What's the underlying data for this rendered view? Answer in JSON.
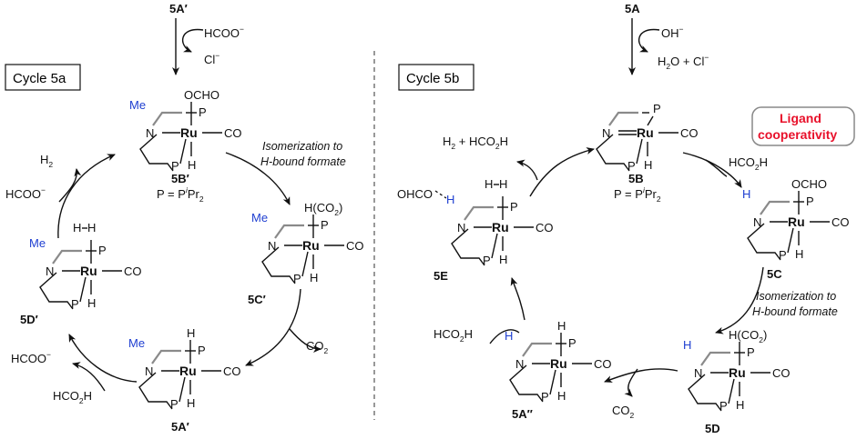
{
  "cycle_a": {
    "title": "Cycle 5a",
    "entry_label": "5A′",
    "entry_reagent": "HCOO",
    "entry_reagent_sup": "−",
    "entry_byproduct": "Cl",
    "entry_byproduct_sup": "−",
    "s5B": {
      "label": "5B′",
      "p_def_pre": "P = P",
      "p_def_sup": "i",
      "p_def_post": "Pr",
      "p_def_sub": "2",
      "me": "Me",
      "top": "OCHO"
    },
    "s5C": {
      "label": "5C′",
      "me": "Me",
      "top_pre": "H(CO",
      "top_sub": "2",
      "top_post": ")"
    },
    "s5A": {
      "label": "5A′",
      "me": "Me"
    },
    "s5D": {
      "label": "5D′",
      "me": "Me"
    },
    "isomerization": [
      "Isomerization to",
      "H-bound formate"
    ],
    "co2_out": {
      "pre": "CO",
      "sub": "2"
    },
    "formate_out_main": "HCOO",
    "formate_out_sup": "−",
    "acid_in_pre": "HCO",
    "acid_in_sub": "2",
    "acid_in_post": "H",
    "h2_out_pre": "H",
    "h2_out_sub": "2",
    "formate_in_main": "HCOO",
    "formate_in_sup": "−"
  },
  "cycle_b": {
    "title": "Cycle 5b",
    "entry_label": "5A",
    "entry_reagent": "OH",
    "entry_reagent_sup": "−",
    "entry_byproduct_pre": "H",
    "entry_byproduct_sub": "2",
    "entry_byproduct_post": "O + Cl",
    "entry_byproduct_sup": "−",
    "callout": [
      "Ligand",
      "cooperativity"
    ],
    "s5B": {
      "label": "5B",
      "p_def_pre": "P = P",
      "p_def_sup": "i",
      "p_def_post": "Pr",
      "p_def_sub": "2"
    },
    "s5C": {
      "label": "5C",
      "top": "OCHO",
      "hn": "H"
    },
    "s5D": {
      "label": "5D",
      "hn": "H",
      "top_pre": "H(CO",
      "top_sub": "2",
      "top_post": ")"
    },
    "s5A2": {
      "label": "5A″",
      "hn": "H"
    },
    "s5E": {
      "label": "5E",
      "hn": "H",
      "ochO": "OHCO"
    },
    "isomerization": [
      "Isomerization to",
      "H-bound formate"
    ],
    "acid_in_pre": "HCO",
    "acid_in_sub": "2",
    "acid_in_post": "H",
    "co2_out": {
      "pre": "CO",
      "sub": "2"
    },
    "acid2_in_pre": "HCO",
    "acid2_in_sub": "2",
    "acid2_in_post": "H",
    "out_pre": "H",
    "out_sub": "2",
    "out_mid": " + HCO",
    "out_sub2": "2",
    "out_post": "H"
  },
  "atoms": {
    "ru": "Ru",
    "n": "N",
    "p": "P",
    "co": "CO",
    "h": "H"
  }
}
